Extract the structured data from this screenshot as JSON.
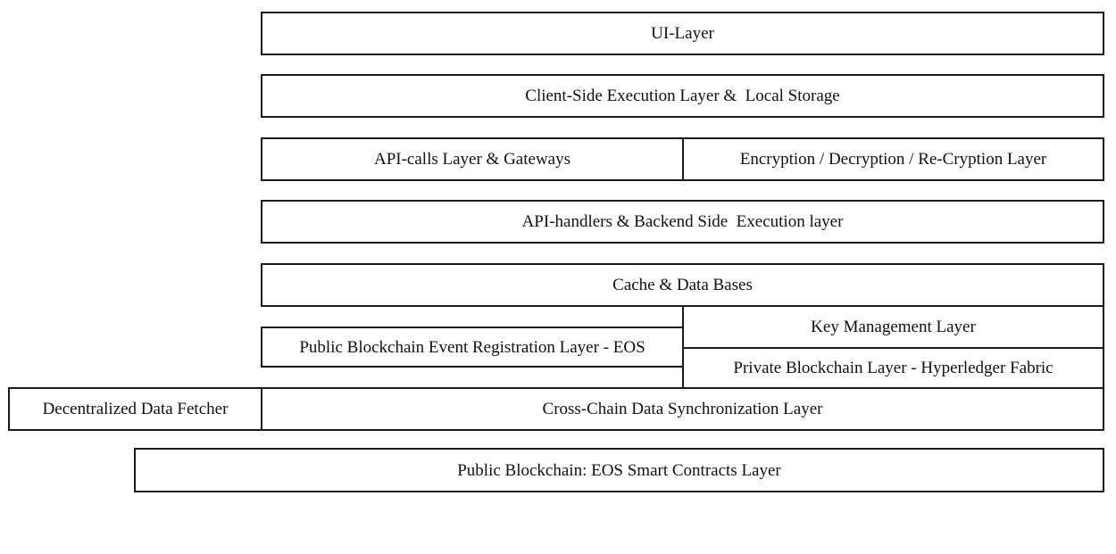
{
  "diagram": {
    "layers": {
      "ui": "UI-Layer",
      "client_side": "Client-Side Execution Layer &  Local Storage",
      "api_calls": "API-calls Layer & Gateways",
      "encryption": "Encryption / Decryption / Re-Cryption Layer",
      "api_handlers": "API-handlers & Backend Side  Execution layer",
      "cache": "Cache & Data Bases",
      "key_management": "Key Management Layer",
      "public_event_registration": "Public Blockchain Event Registration Layer - EOS",
      "private_blockchain": "Private Blockchain Layer - Hyperledger Fabric",
      "data_fetcher": "Decentralized Data Fetcher",
      "cross_chain": "Cross-Chain Data Synchronization Layer",
      "eos_smart_contracts": "Public Blockchain: EOS Smart Contracts Layer"
    }
  }
}
